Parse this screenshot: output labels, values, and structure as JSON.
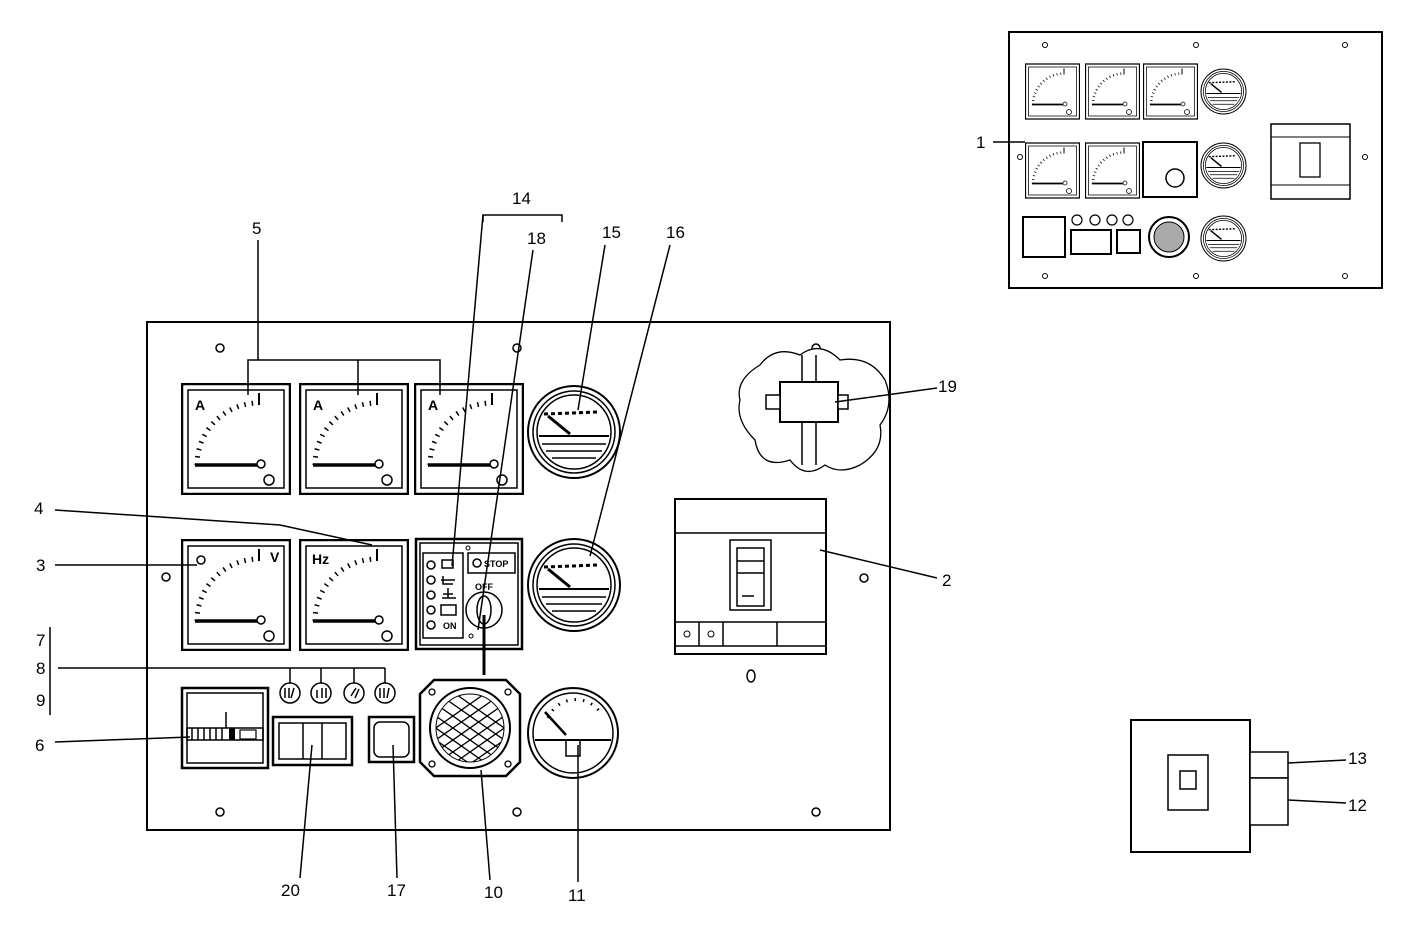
{
  "callouts": {
    "c1": "1",
    "c2": "2",
    "c3": "3",
    "c4": "4",
    "c5": "5",
    "c6": "6",
    "c7": "7",
    "c8": "8",
    "c9": "9",
    "c10": "10",
    "c11": "11",
    "c12": "12",
    "c13": "13",
    "c14": "14",
    "c15": "15",
    "c16": "16",
    "c17": "17",
    "c18": "18",
    "c19": "19",
    "c20": "20"
  },
  "meters": {
    "ammeter_label": "A",
    "voltmeter_label": "V",
    "frequency_label": "Hz"
  },
  "control_unit": {
    "stop_label": "STOP",
    "off_label": "OFF",
    "on_label": "ON"
  }
}
